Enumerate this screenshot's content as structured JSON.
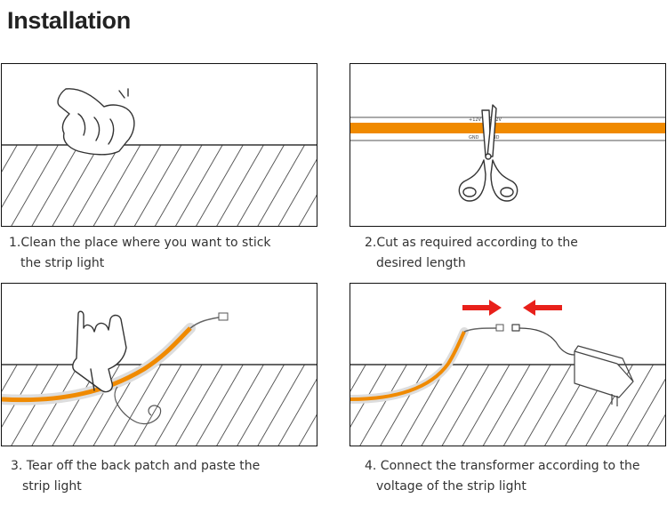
{
  "page": {
    "title": "Installation"
  },
  "steps": [
    {
      "line1": "1.Clean the place where you want to stick",
      "line2": "the strip light",
      "icon": "hand-wiping-icon"
    },
    {
      "line1": "2.Cut as required according to the",
      "line2": "desired length",
      "icon": "scissors-icon"
    },
    {
      "line1": "3. Tear off the back patch and paste the",
      "line2": "strip light",
      "icon": "hand-pressing-icon"
    },
    {
      "line1": "4. Connect the transformer according to the",
      "line2": "voltage of the strip light",
      "icon": "power-adapter-icon"
    }
  ],
  "strip_labels": {
    "top_left": "+12V",
    "top_right": "+12V",
    "bottom_left": "GND",
    "bottom_right": "GND"
  },
  "colors": {
    "strip_orange": "#f08a00",
    "arrow_red": "#e8201a",
    "hatch": "#333333"
  }
}
